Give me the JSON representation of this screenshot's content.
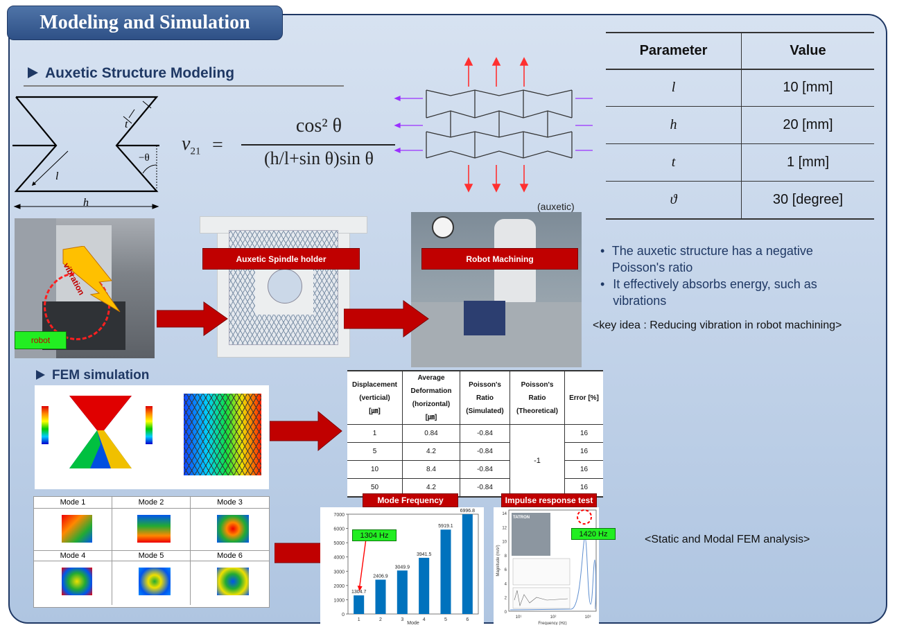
{
  "title": "Modeling and Simulation",
  "sections": {
    "auxetic_heading": "Auxetic Structure Modeling",
    "fem_heading": "FEM simulation"
  },
  "geometry_labels": {
    "t": "t",
    "theta": "−θ",
    "l": "l",
    "h": "h"
  },
  "formula": {
    "lhs": "ν",
    "sub": "21",
    "eq": "=",
    "numerator": "cos² θ",
    "denominator": "(h/l+sin θ)sin θ"
  },
  "auxetic_caption": "(auxetic)",
  "param_table": {
    "headers": [
      "Parameter",
      "Value"
    ],
    "rows": [
      [
        "l",
        "10 [mm]"
      ],
      [
        "h",
        "20 [mm]"
      ],
      [
        "t",
        "1 [mm]"
      ],
      [
        "ϑ",
        "30 [degree]"
      ]
    ]
  },
  "labels": {
    "spindle_holder": "Auxetic Spindle holder",
    "robot_machining": "Robot Machining",
    "vibration": "vibration",
    "robot": "robot",
    "mode_frequency": "Mode Frequency",
    "impulse_test": "Impulse response test"
  },
  "bullets": [
    "The auxetic structure has a negative Poisson's ratio",
    "It effectively absorbs energy, such as vibrations"
  ],
  "key_idea": "<key idea : Reducing vibration in robot machining>",
  "fem_caption": "<Static and Modal FEM analysis>",
  "fem_table": {
    "headers": [
      [
        "Displacement",
        "(verticial)",
        "[㎛]"
      ],
      [
        "Average",
        "Deformation",
        "(horizontal)",
        "[㎛]"
      ],
      [
        "Poisson's",
        "Ratio",
        "(Simulated)"
      ],
      [
        "Poisson's",
        "Ratio",
        "(Theoretical)"
      ],
      [
        "Error [%]"
      ]
    ],
    "rows": [
      [
        "1",
        "0.84",
        "-0.84",
        "16"
      ],
      [
        "5",
        "4.2",
        "-0.84",
        "16"
      ],
      [
        "10",
        "8.4",
        "-0.84",
        "16"
      ],
      [
        "50",
        "4.2",
        "-0.84",
        "16"
      ]
    ],
    "theoretical": "-1"
  },
  "modes": [
    "Mode 1",
    "Mode 2",
    "Mode 3",
    "Mode 4",
    "Mode 5",
    "Mode 6"
  ],
  "chart_data": [
    {
      "type": "bar",
      "categories": [
        "1",
        "2",
        "3",
        "4",
        "5",
        "6"
      ],
      "values": [
        1304.7,
        2406.9,
        3049.9,
        3941.5,
        5919.1,
        6996.8
      ],
      "value_labels": [
        "1304.7",
        "2406.9",
        "3049.9",
        "3941.5",
        "5919.1",
        "6996.8"
      ],
      "ylim": [
        0,
        7000
      ],
      "yticks": [
        "0",
        "1000",
        "2000",
        "3000",
        "4000",
        "5000",
        "6000",
        "7000"
      ],
      "xlabel": "Mode",
      "callout": "1304 Hz",
      "color": "#0072bd"
    },
    {
      "type": "line",
      "xticks": [
        "10¹",
        "10²",
        "10³"
      ],
      "xlabel": "Frequency (Hz)",
      "ylabel": "Magnitude (m/s²)",
      "yticks": [
        "0",
        "2",
        "4",
        "6",
        "8",
        "10",
        "12",
        "14"
      ],
      "callout": "1420 Hz",
      "brand": "TATRON"
    }
  ],
  "colors": {
    "navy": "#1f3864",
    "red": "#c00000",
    "green": "#22ee22",
    "arrow": "#c00000",
    "bar": "#0072bd"
  }
}
